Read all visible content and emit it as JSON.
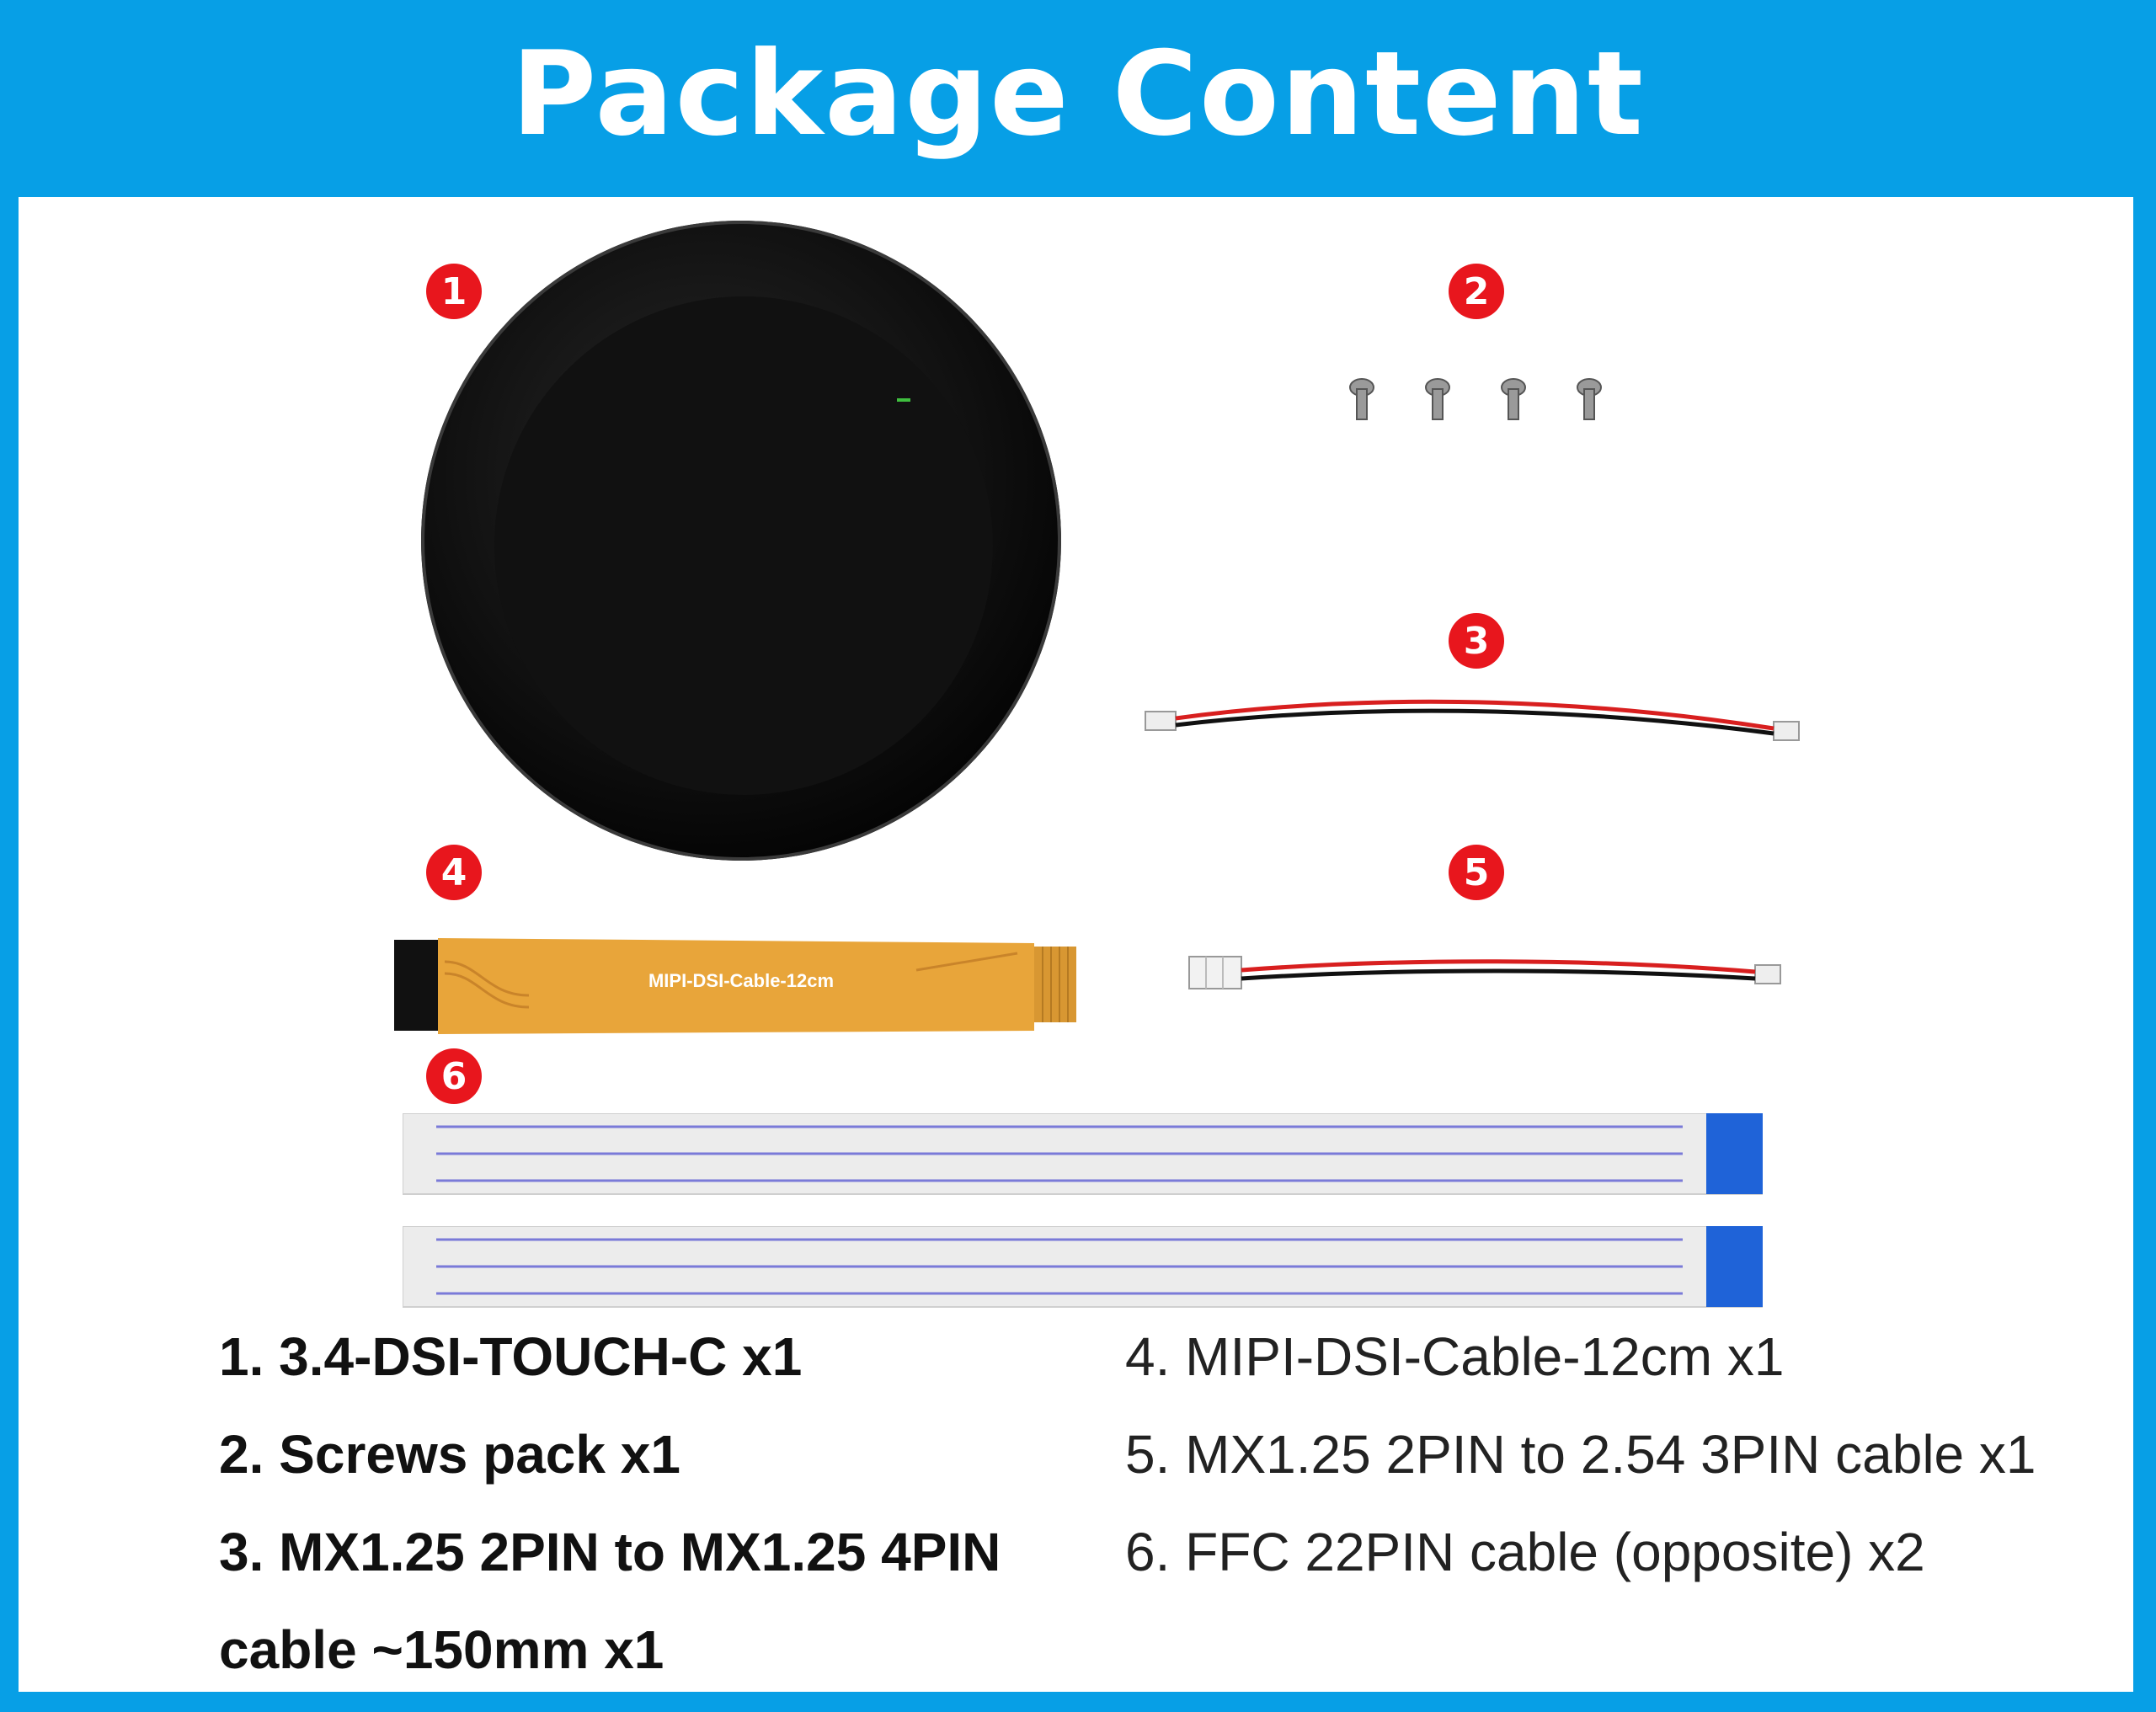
{
  "title": "Package Content",
  "badges": [
    "1",
    "2",
    "3",
    "4",
    "5",
    "6"
  ],
  "cable_print": "MIPI-DSI-Cable-12cm",
  "items": [
    {
      "line1": "1. 3.4-DSI-TOUCH-C x1"
    },
    {
      "line1": "2. Screws pack x1"
    },
    {
      "line1": "3. MX1.25 2PIN to MX1.25 4PIN",
      "line2": "cable ~150mm x1"
    },
    {
      "line1": "4. MIPI-DSI-Cable-12cm x1"
    },
    {
      "line1": "5. MX1.25 2PIN to 2.54 3PIN cable x1"
    },
    {
      "line1": "6. FFC 22PIN cable (opposite) x2"
    }
  ],
  "colors": {
    "frame": "#079fe6",
    "badge": "#e8161d",
    "display_bezel": "#0c0c0c",
    "flex_cable": "#e8a53a"
  }
}
